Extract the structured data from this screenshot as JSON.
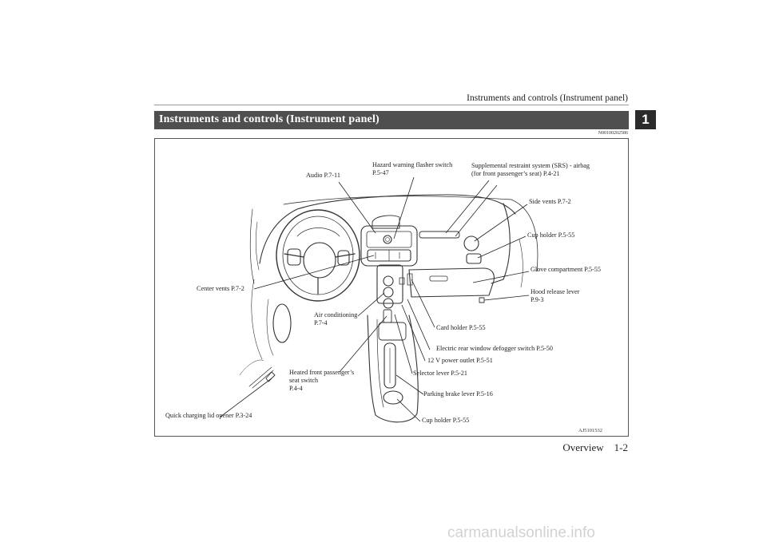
{
  "header": {
    "running_title": "Instruments and controls (Instrument panel)",
    "chapter_number": "1"
  },
  "section": {
    "title": "Instruments and controls (Instrument panel)",
    "doc_code": "N00100202586"
  },
  "figure": {
    "code": "AJ5101532",
    "labels": {
      "audio": "Audio P.7-11",
      "hazard": "Hazard warning flasher switch\nP.5-47",
      "srs": "Supplemental restraint system (SRS) - airbag\n(for front passenger’s seat) P.4-21",
      "side_vents": "Side vents P.7-2",
      "cup_holder_dash": "Cup holder P.5-55",
      "glove": "Glove compartment P.5-55",
      "hood": "Hood release lever\nP.9-3",
      "center_vents": "Center vents P.7-2",
      "air_conditioning": "Air conditioning\nP.7-4",
      "card_holder": "Card holder P.5-55",
      "defogger": "Electric rear window defogger switch P.5-50",
      "power_outlet": "12 V power outlet P.5-51",
      "selector": "Selector lever P.5-21",
      "heated_seat": "Heated front passenger’s\nseat switch\nP.4-4",
      "parking_brake": "Parking brake lever P.5-16",
      "cup_holder_console": "Cup holder P.5-55",
      "quick_charging": "Quick charging lid opener P.3-24"
    }
  },
  "footer": {
    "section_name": "Overview",
    "page": "1-2"
  },
  "watermark": "carmanualsonline.info"
}
